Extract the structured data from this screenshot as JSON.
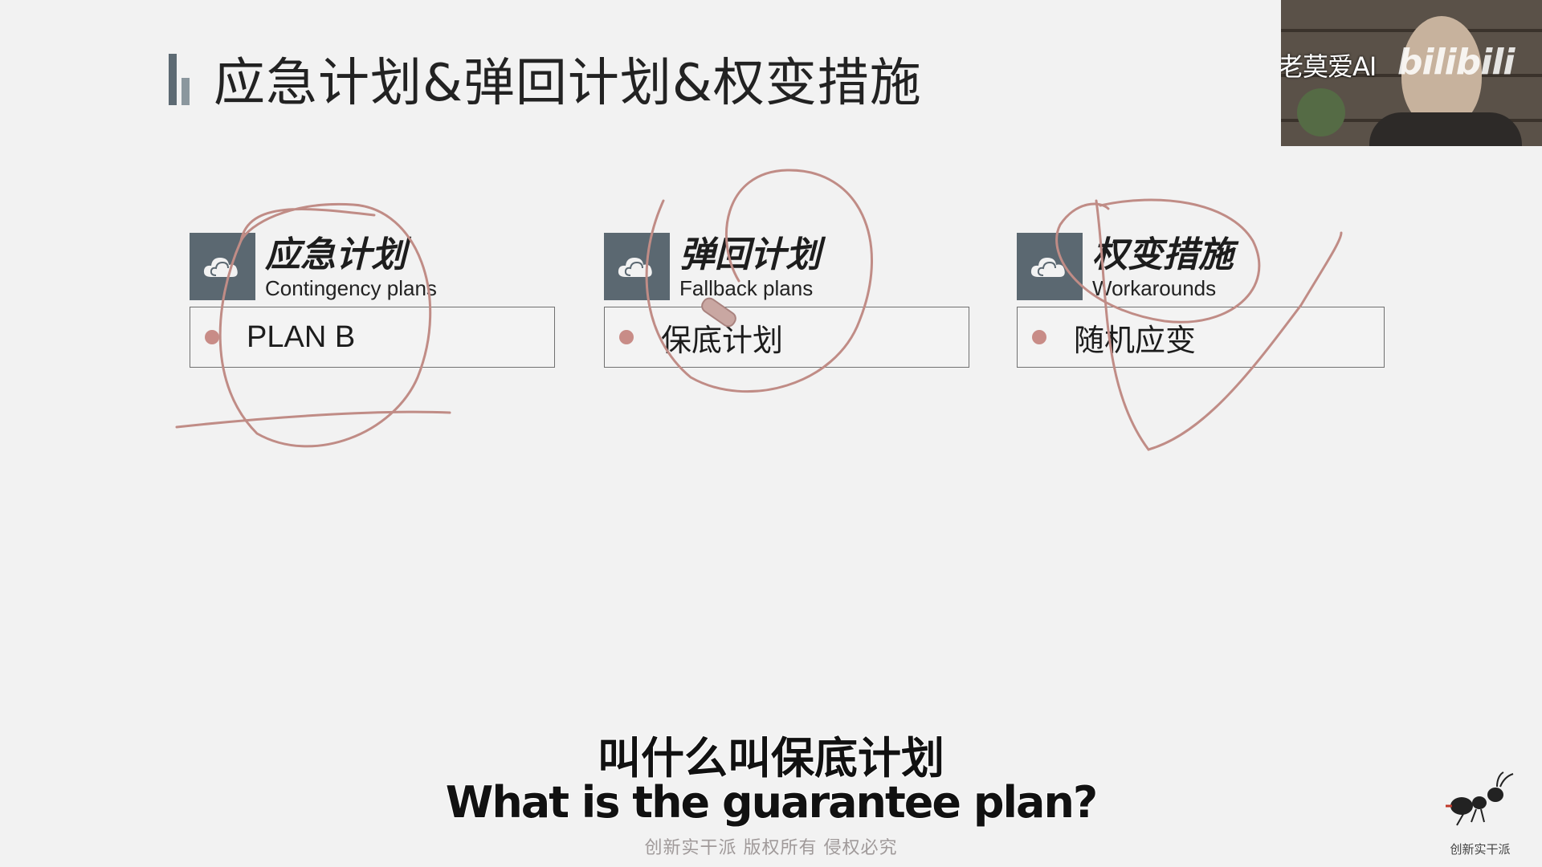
{
  "slide": {
    "title": "应急计划&弹回计划&权变措施"
  },
  "cards": [
    {
      "title": "应急计划",
      "subtitle": "Contingency plans",
      "item": "PLAN B"
    },
    {
      "title": "弹回计划",
      "subtitle": "Fallback plans",
      "item": "保底计划"
    },
    {
      "title": "权变措施",
      "subtitle": "Workarounds",
      "item": "随机应变"
    }
  ],
  "webcam": {
    "channel": "老莫爱AI",
    "logo": "bilibili"
  },
  "subtitles": {
    "cn": "叫什么叫保底计划",
    "en": "What is the guarantee plan?"
  },
  "footer": {
    "copyright": "创新实干派  版权所有 侵权必究",
    "brand": "创新实干派"
  },
  "colors": {
    "background": "#f2f2f2",
    "icon_box": "#5b6871",
    "bullet": "#c88c87",
    "annotation": "#c08c86"
  },
  "icons": {
    "card_icon": "cloud-icon",
    "brand_icon": "ant-logo-icon"
  }
}
